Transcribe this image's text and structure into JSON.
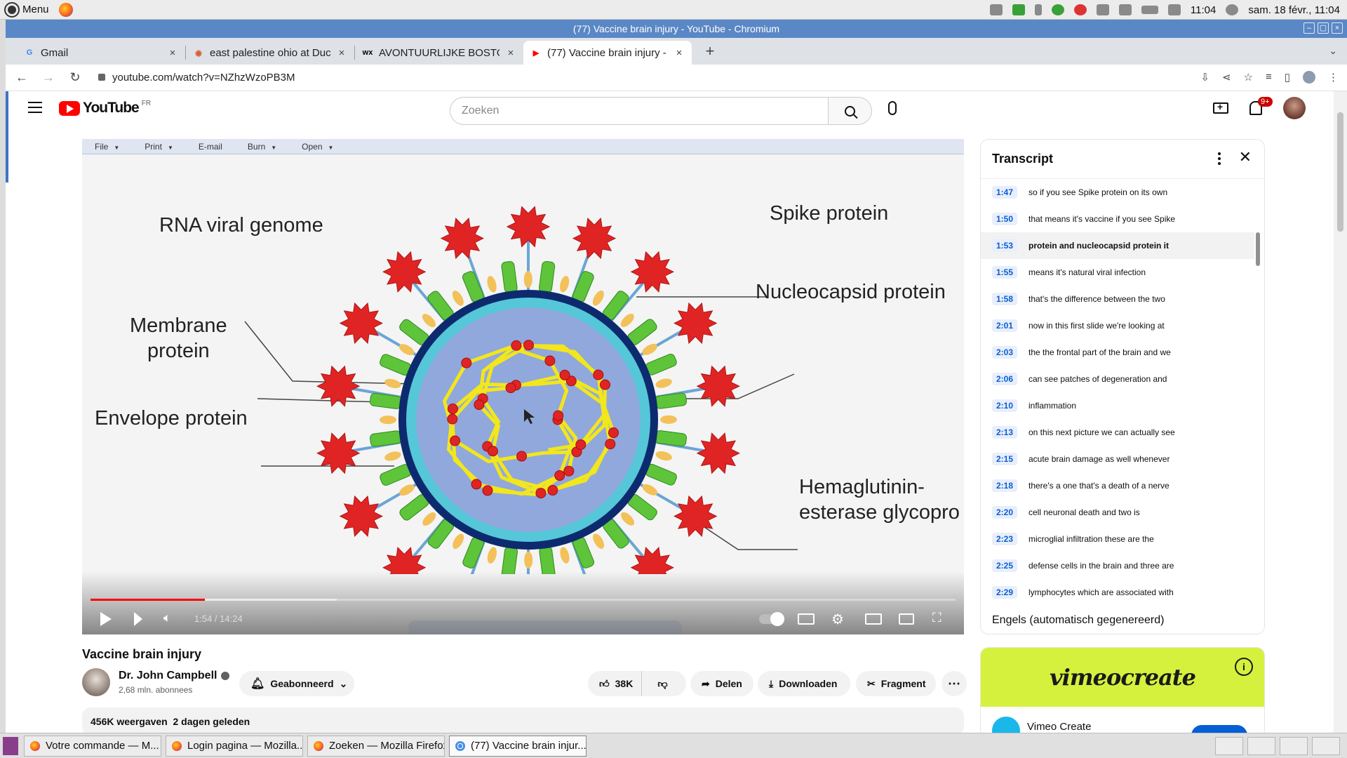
{
  "os": {
    "menu_label": "Menu",
    "clock": "11:04",
    "date": "sam. 18 févr., 11:04"
  },
  "window": {
    "title": "(77) Vaccine brain injury - YouTube - Chromium"
  },
  "tabs": [
    {
      "title": "Gmail",
      "icon": "gmail-icon",
      "fav_text": "G",
      "fav_color": "#4285f4"
    },
    {
      "title": "east palestine ohio at Duc",
      "icon": "duckduckgo-icon",
      "fav_text": "◉",
      "fav_color": "#de5833"
    },
    {
      "title": "AVONTUURLIJKE BOSTO",
      "icon": "wix-icon",
      "fav_text": "wx",
      "fav_color": "#000000"
    },
    {
      "title": "(77) Vaccine brain injury -",
      "icon": "youtube-icon",
      "fav_text": "▶",
      "fav_color": "#ff0000"
    }
  ],
  "toolbar": {
    "url": "youtube.com/watch?v=NZhzWzoPB3M"
  },
  "youtube": {
    "logo_text": "YouTube",
    "country_code": "FR",
    "search_placeholder": "Zoeken",
    "notifications_badge": "9+"
  },
  "player": {
    "doc_menu": [
      "File",
      "Print",
      "E-mail",
      "Burn",
      "Open"
    ],
    "slide_labels": {
      "rna": "RNA viral genome",
      "spike": "Spike protein",
      "nucleocapsid": "Nucleocapsid protein",
      "membrane": "Membrane\nprotein",
      "envelope": "Envelope protein",
      "hemaglutinin": "Hemaglutinin-\nesterase glycopro"
    },
    "time_current": "1:54",
    "time_total": "14:24",
    "time_display": "1:54 / 14:24",
    "progress_fraction": 0.132,
    "buffer_fraction": 0.285
  },
  "video": {
    "title": "Vaccine brain injury",
    "channel": "Dr. John Campbell",
    "subscribers": "2,68 mln. abonnees",
    "subscribe_label": "Geabonneerd",
    "likes": "38K",
    "share_label": "Delen",
    "download_label": "Downloaden",
    "clip_label": "Fragment",
    "views_date": "456K weergaven  2 dagen geleden"
  },
  "transcript": {
    "title": "Transcript",
    "language": "Engels (automatisch gegenereerd)",
    "active_index": 2,
    "rows": [
      {
        "ts": "1:47",
        "text": "so if you see Spike protein on its own"
      },
      {
        "ts": "1:50",
        "text": "that means it's vaccine if you see Spike"
      },
      {
        "ts": "1:53",
        "text": "protein and nucleocapsid protein it"
      },
      {
        "ts": "1:55",
        "text": "means it's natural viral infection"
      },
      {
        "ts": "1:58",
        "text": "that's the difference between the two"
      },
      {
        "ts": "2:01",
        "text": "now in this first slide we're looking at"
      },
      {
        "ts": "2:03",
        "text": "the the frontal part of the brain and we"
      },
      {
        "ts": "2:06",
        "text": "can see patches of degeneration and"
      },
      {
        "ts": "2:10",
        "text": "inflammation"
      },
      {
        "ts": "2:13",
        "text": "on this next picture we can actually see"
      },
      {
        "ts": "2:15",
        "text": "acute brain damage as well whenever"
      },
      {
        "ts": "2:18",
        "text": "there's a one that's a death of a nerve"
      },
      {
        "ts": "2:20",
        "text": "cell neuronal death and two is"
      },
      {
        "ts": "2:23",
        "text": "microglial infiltration these are the"
      },
      {
        "ts": "2:25",
        "text": "defense cells in the brain and three are"
      },
      {
        "ts": "2:29",
        "text": "lymphocytes which are associated with"
      }
    ]
  },
  "ad": {
    "logo": "vimeocreate",
    "name": "Vimeo Create",
    "banner_color": "#d5f13e"
  },
  "taskbar": [
    {
      "title": "Votre commande — M..."
    },
    {
      "title": "Login pagina — Mozilla..."
    },
    {
      "title": "Zoeken — Mozilla Firefox"
    },
    {
      "title": "(77) Vaccine brain injur..."
    }
  ]
}
